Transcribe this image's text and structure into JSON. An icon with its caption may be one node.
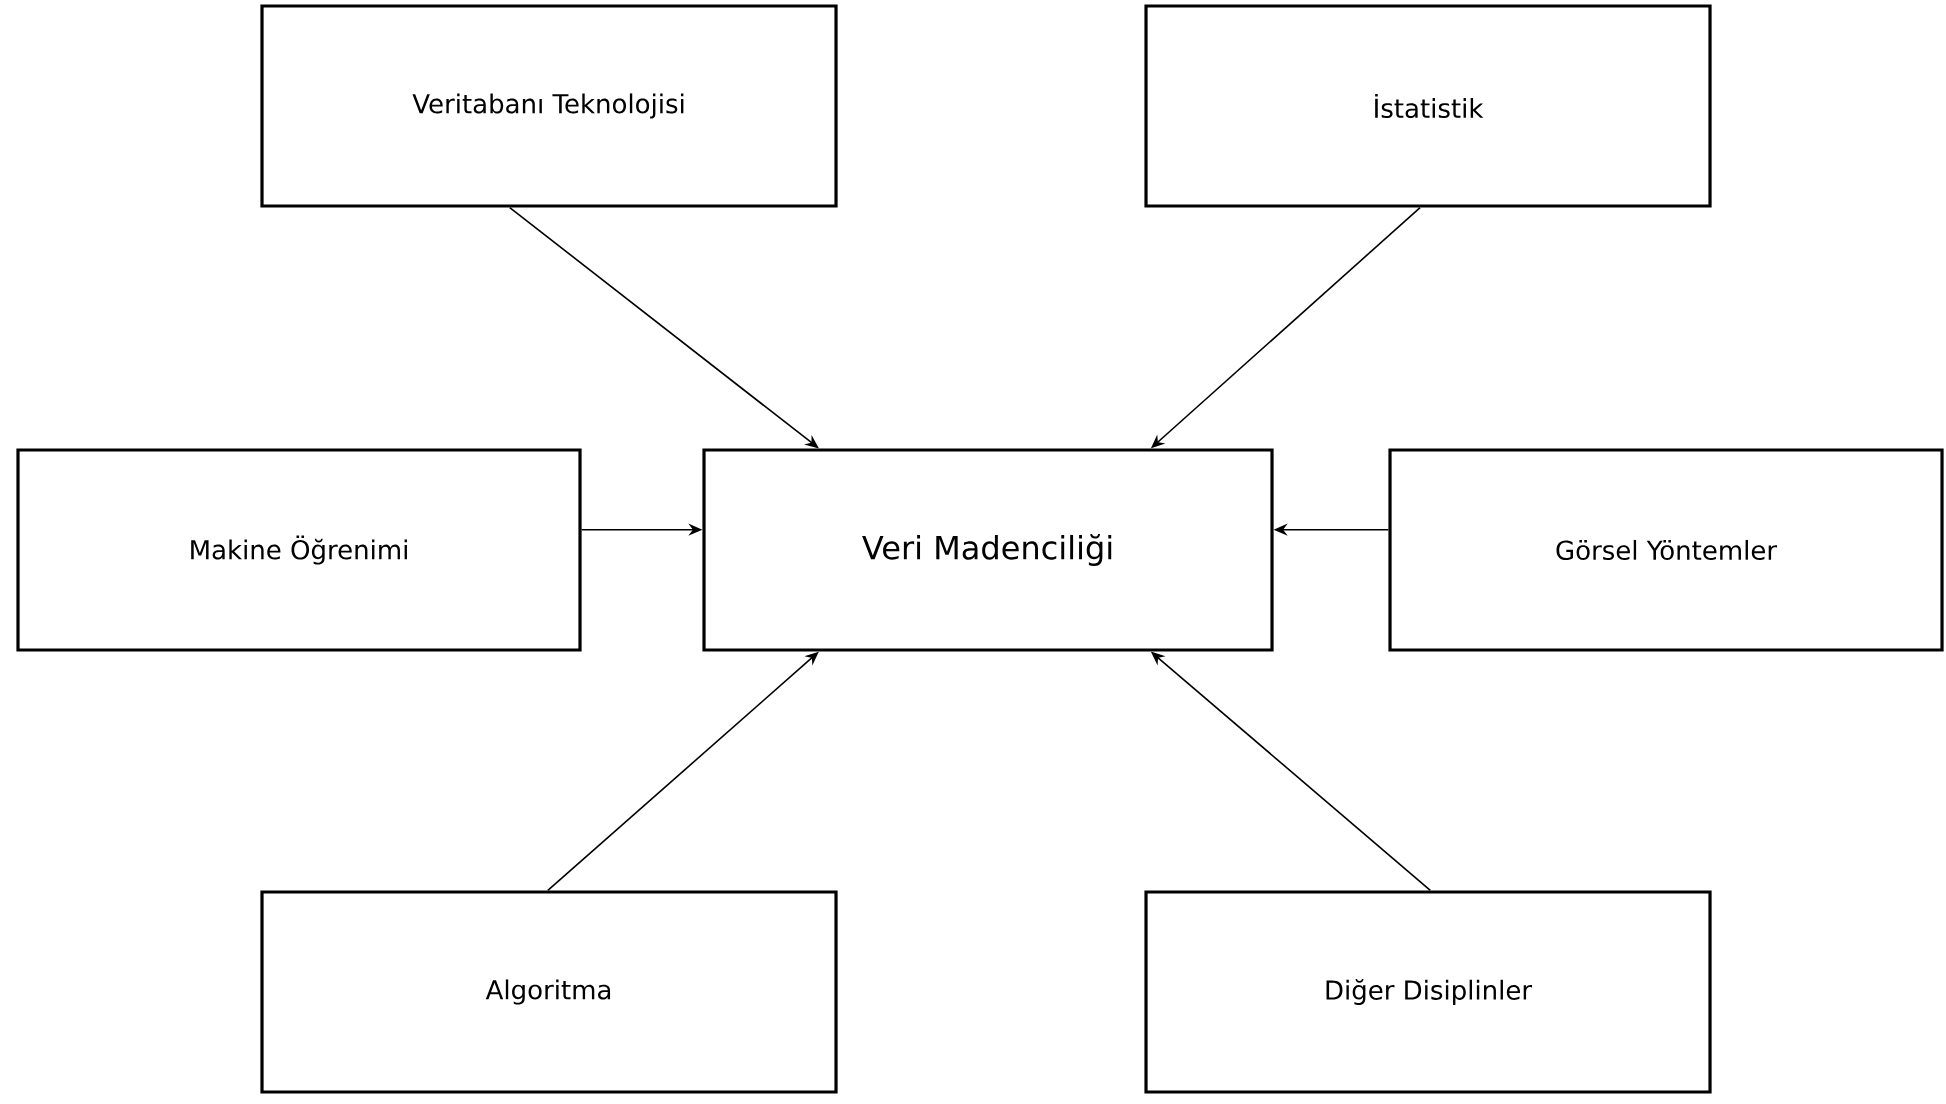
{
  "diagram": {
    "nodes": [
      {
        "text": [
          "Veritabanı Teknolojisi"
        ]
      },
      {
        "text": [
          "İstatistik"
        ]
      },
      {
        "text": [
          "Makine Öğrenimi"
        ]
      },
      {
        "text": [
          "Veri Madenciliği"
        ]
      },
      {
        "text": [
          "Görsel Yöntemler"
        ]
      },
      {
        "text": [
          "Algoritma"
        ]
      },
      {
        "text": [
          "Diğer Disiplinler"
        ]
      }
    ],
    "edges": [
      {
        "from": 0,
        "to": 3,
        "arrow": "to"
      },
      {
        "from": 1,
        "to": 3,
        "arrow": "to"
      },
      {
        "from": 2,
        "to": 3,
        "arrow": "to"
      },
      {
        "from": 4,
        "to": 3,
        "arrow": "to"
      },
      {
        "from": 5,
        "to": 3,
        "arrow": "to"
      },
      {
        "from": 6,
        "to": 3,
        "arrow": "to"
      }
    ]
  }
}
